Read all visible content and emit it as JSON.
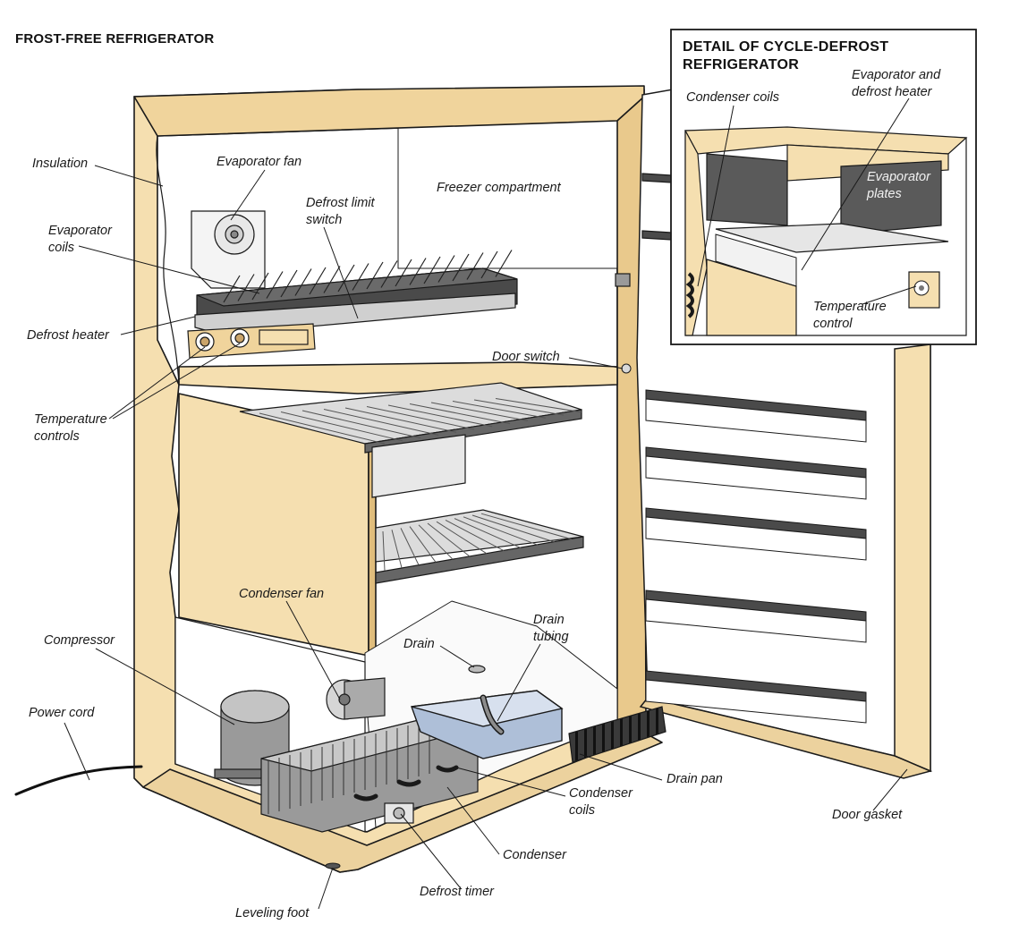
{
  "title": "FROST-FREE REFRIGERATOR",
  "inset": {
    "title_line1": "DETAIL OF CYCLE-DEFROST",
    "title_line2": "REFRIGERATOR",
    "labels": {
      "condenser_coils": "Condenser coils",
      "evaporator_heater_1": "Evaporator and",
      "evaporator_heater_2": "defrost heater",
      "evaporator_plates_1": "Evaporator",
      "evaporator_plates_2": "plates",
      "temperature_control_1": "Temperature",
      "temperature_control_2": "control"
    }
  },
  "labels": {
    "insulation": "Insulation",
    "evaporator_fan": "Evaporator fan",
    "evaporator_coils_1": "Evaporator",
    "evaporator_coils_2": "coils",
    "defrost_limit_1": "Defrost limit",
    "defrost_limit_2": "switch",
    "freezer_compartment": "Freezer compartment",
    "defrost_heater": "Defrost heater",
    "door_switch": "Door switch",
    "temperature_controls_1": "Temperature",
    "temperature_controls_2": "controls",
    "condenser_fan": "Condenser fan",
    "compressor": "Compressor",
    "drain": "Drain",
    "drain_tubing_1": "Drain",
    "drain_tubing_2": "tubing",
    "power_cord": "Power cord",
    "drain_pan": "Drain pan",
    "condenser_coils_1": "Condenser",
    "condenser_coils_2": "coils",
    "condenser": "Condenser",
    "door_gasket": "Door gasket",
    "defrost_timer": "Defrost timer",
    "leveling_foot": "Leveling foot"
  },
  "colors": {
    "cabinet": "#f5dfb0",
    "cabinet_dark": "#e9c98c",
    "interior": "#ffffff",
    "metal_dark": "#4a4a4a",
    "metal_mid": "#9a9a9a",
    "metal_light": "#d6d6d6",
    "drain_pan": "#aebfd8",
    "outline": "#1a1a1a"
  }
}
